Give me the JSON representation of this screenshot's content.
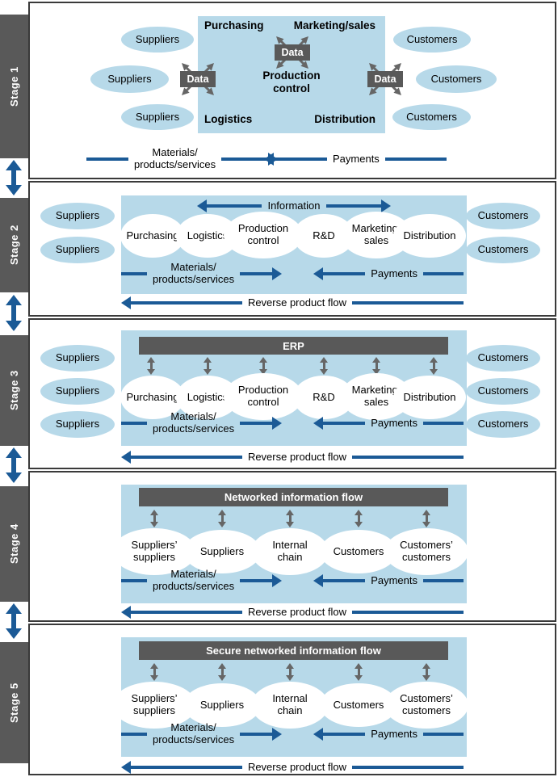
{
  "colors": {
    "panel_blue": "#b7d9e9",
    "ellipse_blue": "#b7d9e9",
    "bar_dark_gray": "#595959",
    "flow_arrow_blue": "#1b5a96",
    "connector_gray": "#666666"
  },
  "sidebar": {
    "stage_labels": [
      "Stage 1",
      "Stage 2",
      "Stage 3",
      "Stage 4",
      "Stage 5"
    ]
  },
  "stage1": {
    "internal_box": {
      "purchasing": "Purchasing",
      "marketing": "Marketing/sales",
      "production": "Production\ncontrol",
      "logistics": "Logistics",
      "distribution": "Distribution"
    },
    "data_hubs": [
      "Data",
      "Data",
      "Data"
    ],
    "suppliers": [
      "Suppliers",
      "Suppliers",
      "Suppliers"
    ],
    "customers": [
      "Customers",
      "Customers",
      "Customers"
    ],
    "materials_flow": "Materials/\nproducts/services",
    "payments_flow": "Payments"
  },
  "stage2": {
    "information_flow": "Information",
    "functions": [
      "Purchasing",
      "Logistics",
      "Production\ncontrol",
      "R&D",
      "Marketing/\nsales",
      "Distribution"
    ],
    "suppliers": [
      "Suppliers",
      "Suppliers"
    ],
    "customers": [
      "Customers",
      "Customers"
    ],
    "materials_flow": "Materials/\nproducts/services",
    "payments_flow": "Payments",
    "reverse_flow": "Reverse product flow"
  },
  "stage3": {
    "bar": "ERP",
    "functions": [
      "Purchasing",
      "Logistics",
      "Production\ncontrol",
      "R&D",
      "Marketing/\nsales",
      "Distribution"
    ],
    "suppliers": [
      "Suppliers",
      "Suppliers",
      "Suppliers"
    ],
    "customers": [
      "Customers",
      "Customers",
      "Customers"
    ],
    "materials_flow": "Materials/\nproducts/services",
    "payments_flow": "Payments",
    "reverse_flow": "Reverse product flow"
  },
  "stage4": {
    "bar": "Networked information flow",
    "chain": [
      "Suppliers’\nsuppliers",
      "Suppliers",
      "Internal\nchain",
      "Customers",
      "Customers’\ncustomers"
    ],
    "materials_flow": "Materials/\nproducts/services",
    "payments_flow": "Payments",
    "reverse_flow": "Reverse product flow"
  },
  "stage5": {
    "bar": "Secure networked information flow",
    "chain": [
      "Suppliers’\nsuppliers",
      "Suppliers",
      "Internal\nchain",
      "Customers",
      "Customers’\ncustomers"
    ],
    "materials_flow": "Materials/\nproducts/services",
    "payments_flow": "Payments",
    "reverse_flow": "Reverse product flow"
  }
}
